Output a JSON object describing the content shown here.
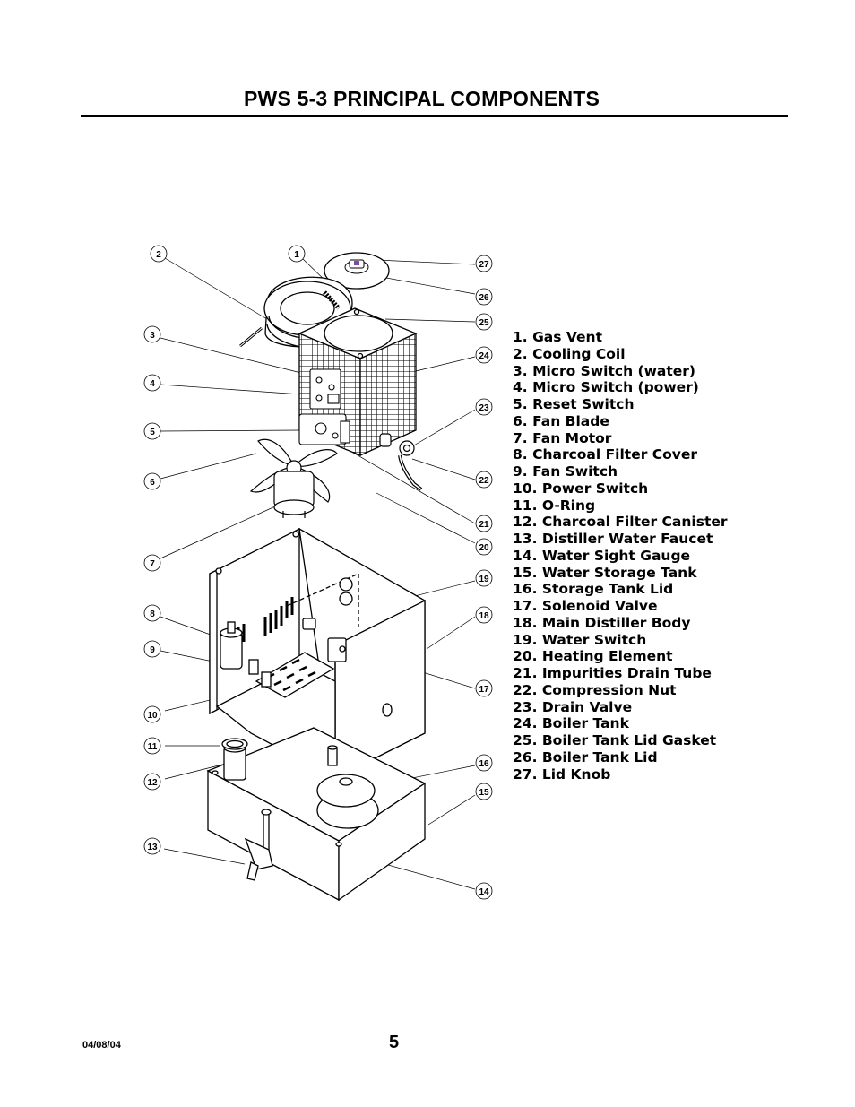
{
  "page": {
    "title": "PWS 5-3 PRINCIPAL COMPONENTS",
    "date": "04/08/04",
    "page_number": "5"
  },
  "legend": [
    "1. Gas Vent",
    "2. Cooling Coil",
    "3. Micro Switch (water)",
    "4. Micro Switch (power)",
    "5. Reset Switch",
    "6. Fan Blade",
    "7. Fan Motor",
    "8. Charcoal Filter Cover",
    "9. Fan Switch",
    "10. Power Switch",
    "11. O-Ring",
    "12. Charcoal Filter Canister",
    "13. Distiller Water Faucet",
    "14. Water Sight Gauge",
    "15. Water Storage Tank",
    "16. Storage Tank Lid",
    "17. Solenoid Valve",
    "18. Main Distiller Body",
    "19. Water Switch",
    "20. Heating Element",
    "21. Impurities Drain Tube",
    "22. Compression Nut",
    "23. Drain Valve",
    "24. Boiler Tank",
    "25. Boiler Tank Lid Gasket",
    "26. Boiler Tank Lid",
    "27. Lid Knob"
  ],
  "callouts": {
    "c1": "1",
    "c2": "2",
    "c3": "3",
    "c4": "4",
    "c5": "5",
    "c6": "6",
    "c7": "7",
    "c8": "8",
    "c9": "9",
    "c10": "10",
    "c11": "11",
    "c12": "12",
    "c13": "13",
    "c14": "14",
    "c15": "15",
    "c16": "16",
    "c17": "17",
    "c18": "18",
    "c19": "19",
    "c20": "20",
    "c21": "21",
    "c22": "22",
    "c23": "23",
    "c24": "24",
    "c25": "25",
    "c26": "26",
    "c27": "27"
  },
  "colors": {
    "ink": "#000000",
    "paper": "#ffffff",
    "knob_accent": "#7a4fa0"
  }
}
